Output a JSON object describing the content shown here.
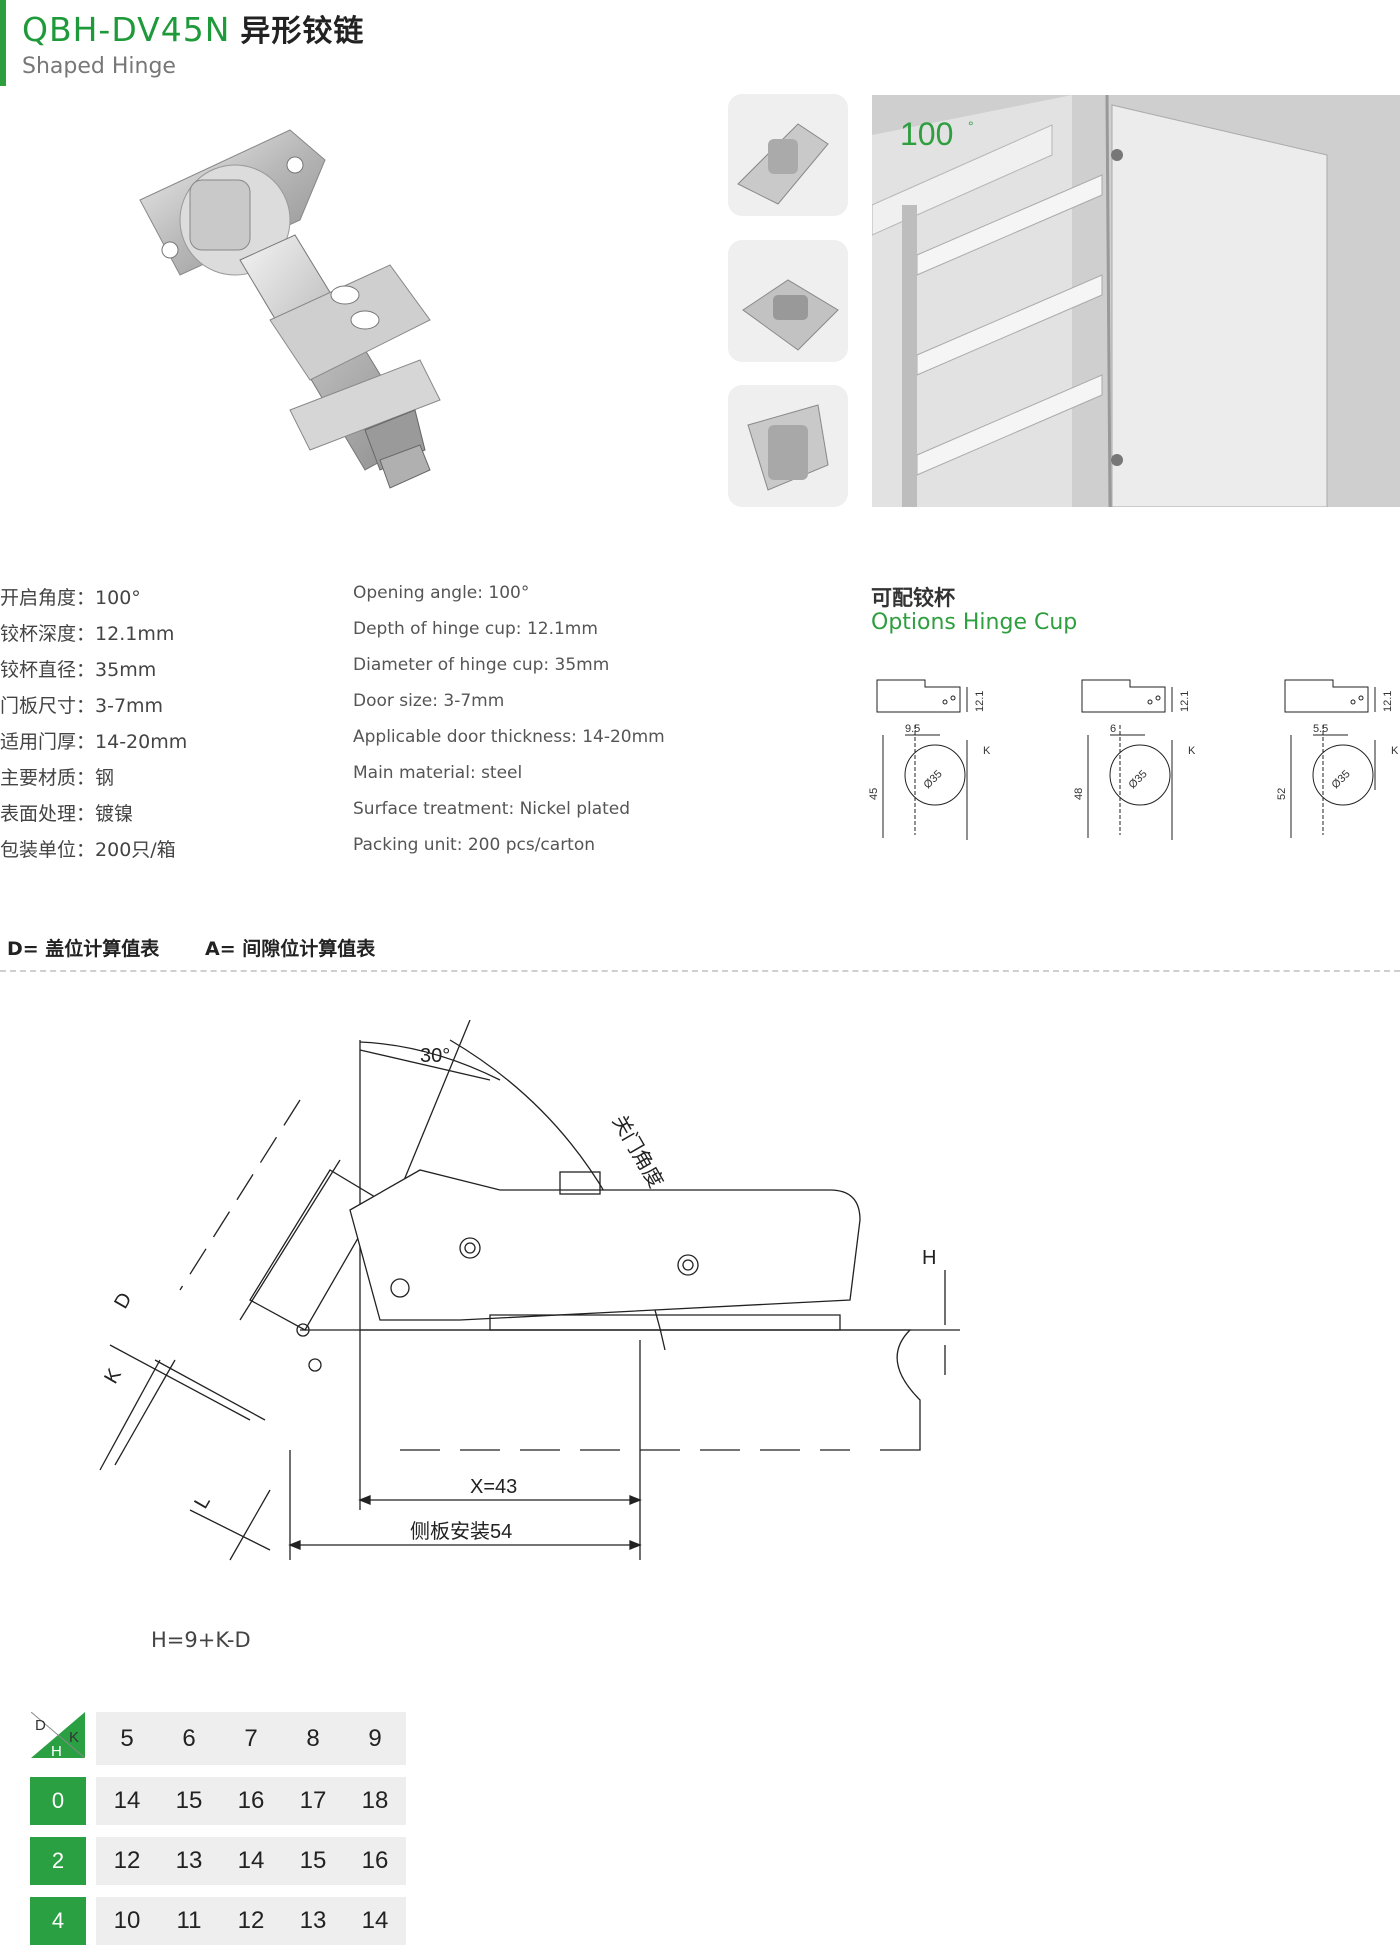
{
  "header": {
    "model": "QBH-DV45N",
    "name_cn": "异形铰链",
    "name_en": "Shaped Hinge"
  },
  "angle_label": "100",
  "specs_cn": [
    {
      "label": "开启角度：",
      "value": "100°"
    },
    {
      "label": "铰杯深度：",
      "value": "12.1mm"
    },
    {
      "label": "铰杯直径：",
      "value": "35mm"
    },
    {
      "label": "门板尺寸：",
      "value": "3-7mm"
    },
    {
      "label": "适用门厚：",
      "value": "14-20mm"
    },
    {
      "label": "主要材质：",
      "value": "钢"
    },
    {
      "label": "表面处理：",
      "value": "镀镍"
    },
    {
      "label": "包装单位：",
      "value": "200只/箱"
    }
  ],
  "specs_en": [
    "Opening angle: 100°",
    "Depth of hinge cup: 12.1mm",
    "Diameter of hinge cup: 35mm",
    "Door size: 3-7mm",
    "Applicable door thickness: 14-20mm",
    "Main material: steel",
    "Surface treatment: Nickel plated",
    "Packing unit: 200 pcs/carton"
  ],
  "cup_section": {
    "title_cn": "可配铰杯",
    "title_en": "Options Hinge Cup",
    "cups": [
      {
        "offset": "9.5",
        "depth": "12.1",
        "height": "45",
        "diameter": "Ø35",
        "k": "K"
      },
      {
        "offset": "6",
        "depth": "12.1",
        "height": "48",
        "diameter": "Ø35",
        "k": "K"
      },
      {
        "offset": "5.5",
        "depth": "12.1",
        "height": "52",
        "diameter": "Ø35",
        "k": "K"
      }
    ]
  },
  "table_labels": {
    "d": "D= 盖位计算值表",
    "a": "A= 间隙位计算值表"
  },
  "drawing": {
    "angle": "30°",
    "closing_angle": "关门角度",
    "d": "D",
    "k": "K",
    "l": "L",
    "h": "H",
    "x_dim": "X=43",
    "side_dim": "侧板安装54"
  },
  "formula": "H=9+K-D",
  "calc_table": {
    "corner": {
      "d": "D",
      "k": "K",
      "h": "H"
    },
    "k_values": [
      "5",
      "6",
      "7",
      "8",
      "9"
    ],
    "rows": [
      {
        "d": "0",
        "values": [
          "14",
          "15",
          "16",
          "17",
          "18"
        ]
      },
      {
        "d": "2",
        "values": [
          "12",
          "13",
          "14",
          "15",
          "16"
        ]
      },
      {
        "d": "4",
        "values": [
          "10",
          "11",
          "12",
          "13",
          "14"
        ]
      }
    ]
  },
  "colors": {
    "accent": "#2e9e3f",
    "table_bg": "#eeeeee"
  }
}
